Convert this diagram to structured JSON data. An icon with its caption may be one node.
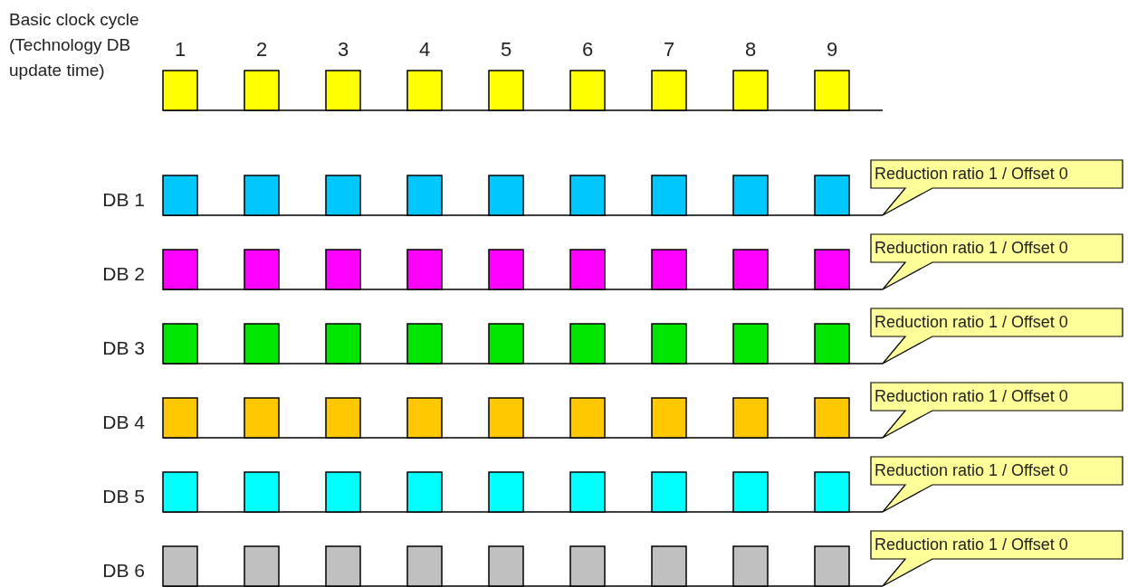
{
  "diagram": {
    "labels": [
      "Basic clock cycle (Technology DB update time)",
      "1",
      "2",
      "3",
      "4",
      "5",
      "6",
      "7",
      "8",
      "9",
      "DB 1",
      "Reduction ratio 1 / Offset 0",
      "DB 2",
      "Reduction ratio 1 / Offset 0",
      "DB 3",
      "Reduction ratio 1 / Offset 0",
      "DB 4",
      "Reduction ratio 1 / Offset 0",
      "DB 5",
      "Reduction ratio 1 / Offset 0",
      "DB 6",
      "Reduction ratio 1 / Offset 0"
    ]
  }
}
